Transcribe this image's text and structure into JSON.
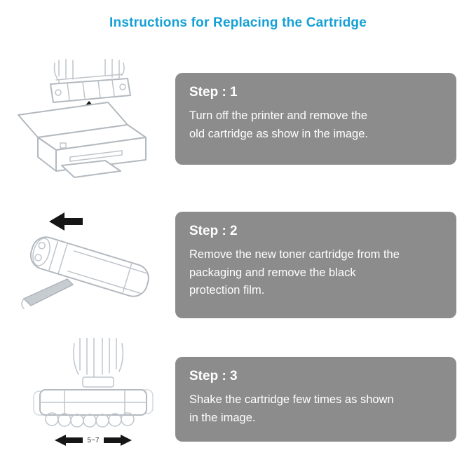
{
  "page": {
    "title": "Instructions for Replacing the Cartridge",
    "title_color": "#14a0d6",
    "box_color": "#8c8c8c"
  },
  "steps": [
    {
      "label": "Step : 1",
      "description": "Turn off the printer and remove the\nold cartridge as show in the image.",
      "illustration": "printer-open-remove-cartridge"
    },
    {
      "label": "Step : 2",
      "description": "Remove the new toner cartridge from the\npackaging and remove the black\nprotection film.",
      "illustration": "new-toner-cartridge-with-film"
    },
    {
      "label": "Step : 3",
      "description": "Shake the cartridge few times as shown\nin the image.",
      "illustration": "shake-cartridge",
      "shake_count_label": "5~7"
    }
  ]
}
